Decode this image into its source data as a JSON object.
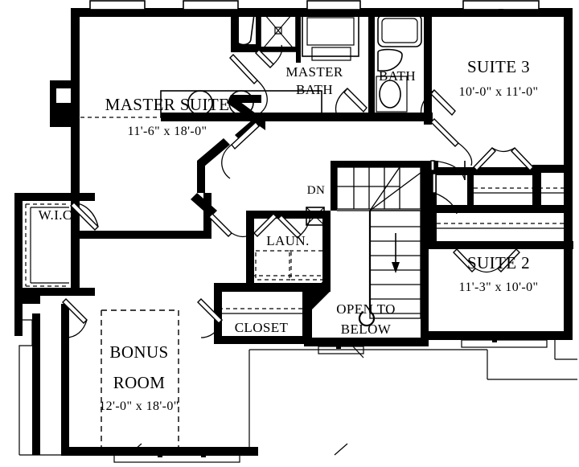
{
  "plan": {
    "type": "architectural-floor-plan",
    "level": "second-floor",
    "background_color": "#ffffff",
    "line_color": "#000000"
  },
  "rooms": [
    {
      "id": "master-suite",
      "name": "MASTER SUITE",
      "dimensions": "11'-6\" x 18'-0\""
    },
    {
      "id": "master-bath",
      "name_line1": "MASTER",
      "name_line2": "BATH",
      "dimensions": ""
    },
    {
      "id": "bath",
      "name": "BATH",
      "dimensions": ""
    },
    {
      "id": "suite-3",
      "name": "SUITE 3",
      "dimensions": "10'-0\" x 11'-0\""
    },
    {
      "id": "suite-2",
      "name": "SUITE 2",
      "dimensions": "11'-3\" x 10'-0\""
    },
    {
      "id": "wic",
      "name": "W.I.C.",
      "dimensions": ""
    },
    {
      "id": "laundry",
      "name": "LAUN.",
      "dimensions": ""
    },
    {
      "id": "closet",
      "name": "CLOSET",
      "dimensions": ""
    },
    {
      "id": "open-to-below",
      "name_line1": "OPEN TO",
      "name_line2": "BELOW",
      "dimensions": ""
    },
    {
      "id": "bonus-room",
      "name_line1": "BONUS",
      "name_line2": "ROOM",
      "dimensions": "12'-0\" x 18'-0\""
    }
  ],
  "annotations": {
    "stair_direction": "DN"
  },
  "labels": {
    "master_suite_name": "MASTER SUITE",
    "master_suite_dim": "11'-6\" x 18'-0\"",
    "master_bath_l1": "MASTER",
    "master_bath_l2": "BATH",
    "bath_name": "BATH",
    "suite3_name": "SUITE 3",
    "suite3_dim": "10'-0\" x 11'-0\"",
    "suite2_name": "SUITE 2",
    "suite2_dim": "11'-3\" x 10'-0\"",
    "wic_name": "W.I.C.",
    "laun_name": "LAUN.",
    "closet_name": "CLOSET",
    "otb_l1": "OPEN TO",
    "otb_l2": "BELOW",
    "bonus_l1": "BONUS",
    "bonus_l2": "ROOM",
    "bonus_dim": "12'-0\" x 18'-0\"",
    "dn": "DN"
  },
  "fixtures": [
    {
      "name": "toilet-master-bath",
      "type": "toilet"
    },
    {
      "name": "shower-stall",
      "type": "shower"
    },
    {
      "name": "garden-tub",
      "type": "tub"
    },
    {
      "name": "vanity-double-sink",
      "type": "vanity",
      "sinks": 2
    },
    {
      "name": "bathtub-hall-bath",
      "type": "tub"
    },
    {
      "name": "toilet-hall-bath",
      "type": "toilet"
    },
    {
      "name": "sink-hall-bath",
      "type": "sink"
    },
    {
      "name": "washer",
      "type": "appliance"
    },
    {
      "name": "dryer",
      "type": "appliance"
    },
    {
      "name": "fireplace",
      "type": "fireplace"
    },
    {
      "name": "staircase",
      "type": "stair"
    },
    {
      "name": "attic-access",
      "type": "attic-hatch"
    }
  ]
}
